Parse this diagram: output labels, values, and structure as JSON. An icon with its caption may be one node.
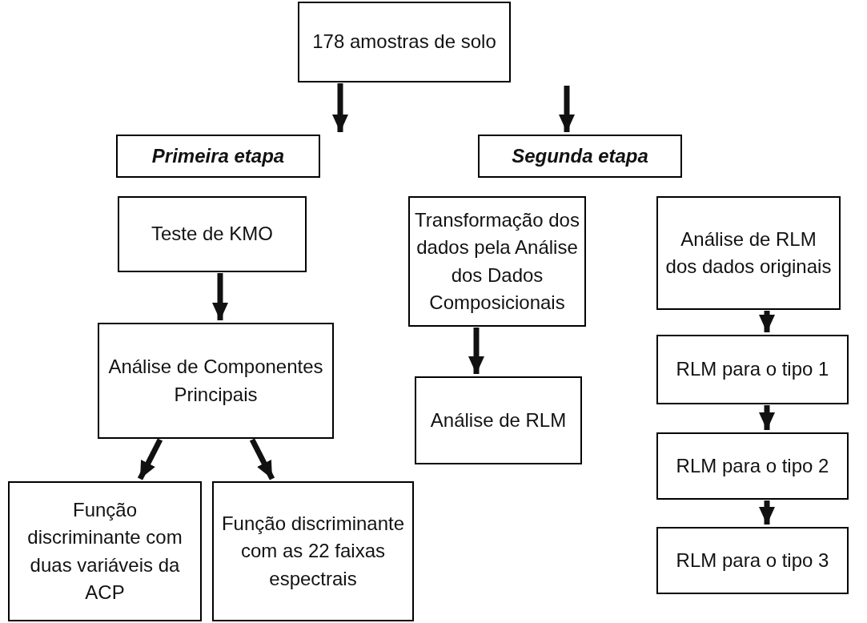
{
  "diagram": {
    "nodes": [
      {
        "text": [
          "178 amostras de solo"
        ]
      },
      {
        "text": [
          "Primeira etapa"
        ]
      },
      {
        "text": [
          "Segunda etapa"
        ]
      },
      {
        "text": [
          "Teste de KMO"
        ]
      },
      {
        "text": [
          "Análise de Componentes Principais"
        ]
      },
      {
        "text": [
          "Função discriminante com duas variáveis da ACP"
        ]
      },
      {
        "text": [
          "Função discriminante com as 22 faixas espectrais"
        ]
      },
      {
        "text": [
          "Transformação dos dados pela  Análise dos Dados Composicionais"
        ]
      },
      {
        "text": [
          "Análise de RLM"
        ]
      },
      {
        "text": [
          "Análise de RLM dos dados originais"
        ]
      },
      {
        "text": [
          "RLM para o tipo 1"
        ]
      },
      {
        "text": [
          "RLM para o tipo 2"
        ]
      },
      {
        "text": [
          "RLM para o tipo 3"
        ]
      }
    ],
    "edges": [
      {
        "from": 0,
        "to": 1,
        "arrow": "to"
      },
      {
        "from": null,
        "to": 2,
        "arrow": "to"
      },
      {
        "from": 3,
        "to": 4,
        "arrow": "to"
      },
      {
        "from": 4,
        "to": 5,
        "arrow": "to"
      },
      {
        "from": 4,
        "to": 6,
        "arrow": "to"
      },
      {
        "from": 7,
        "to": 8,
        "arrow": "to"
      },
      {
        "from": 9,
        "to": 10,
        "arrow": "to"
      },
      {
        "from": 10,
        "to": 11,
        "arrow": "to"
      },
      {
        "from": 11,
        "to": 12,
        "arrow": "to"
      }
    ]
  }
}
